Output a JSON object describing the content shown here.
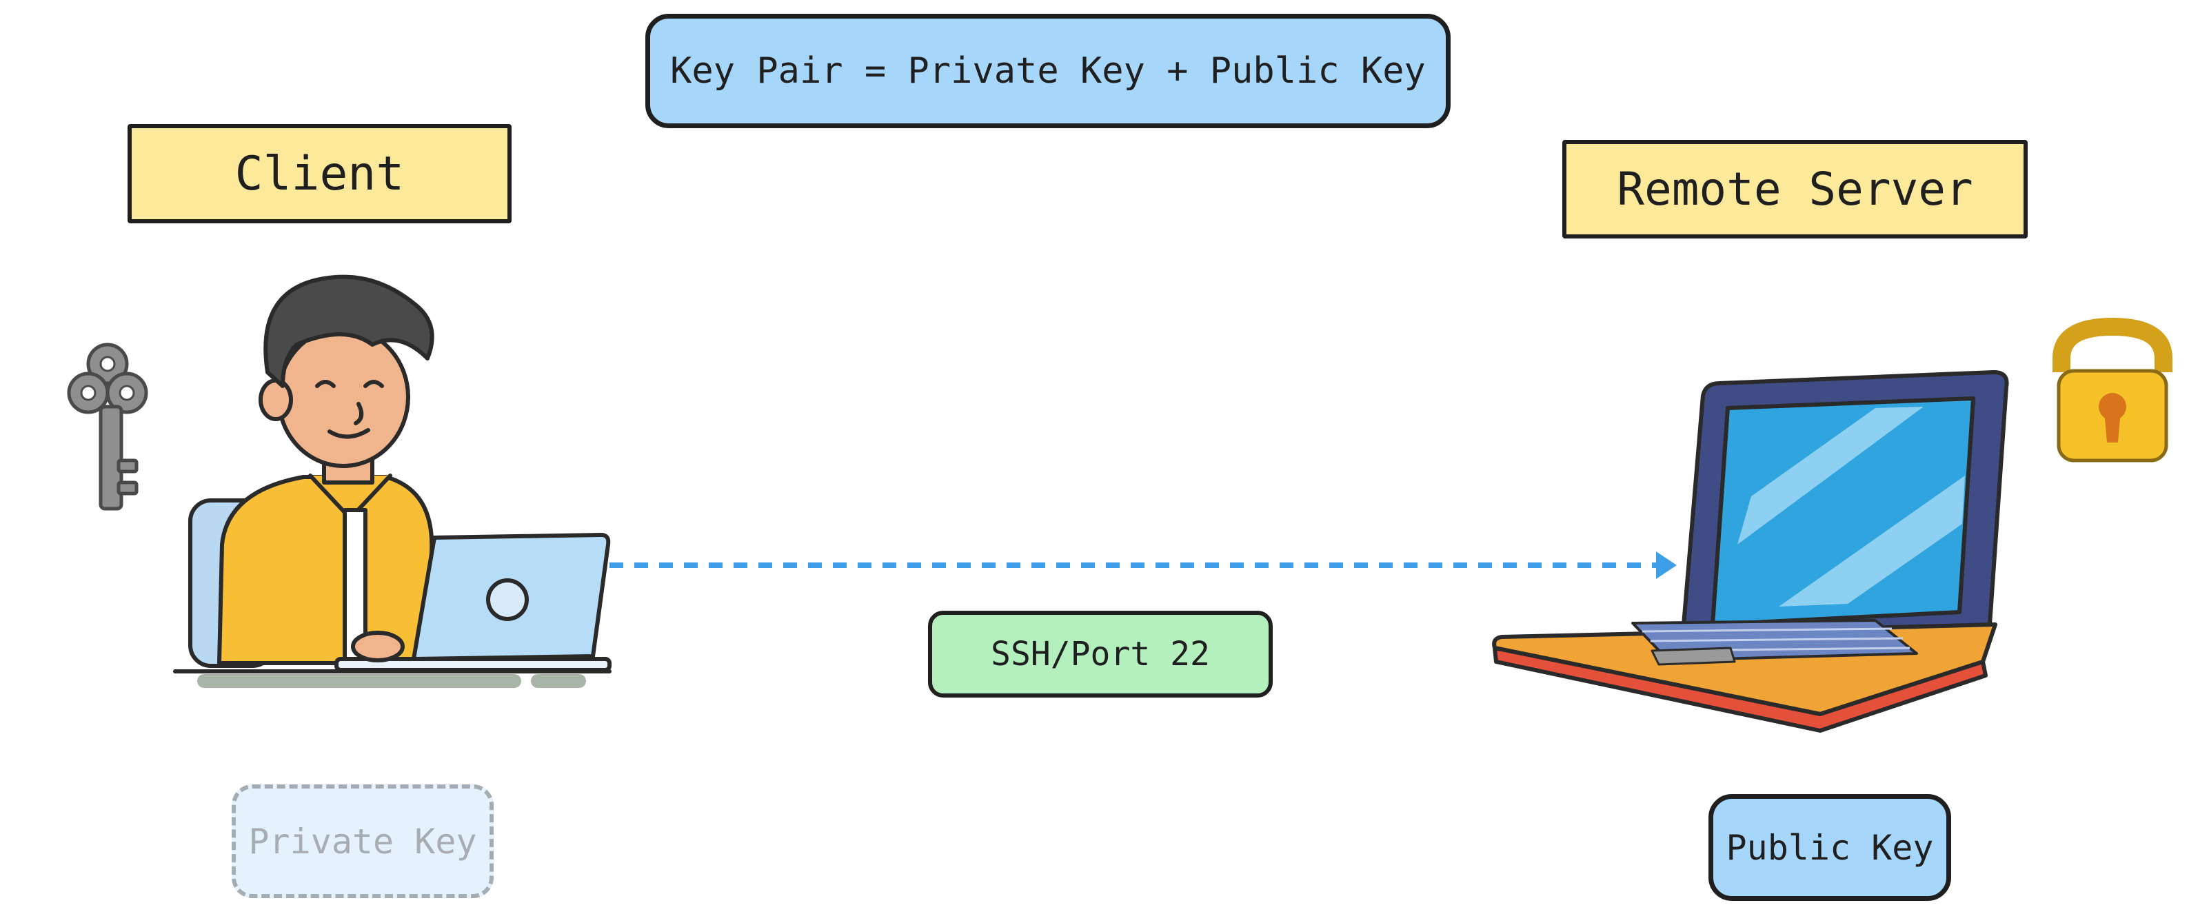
{
  "header": {
    "keypair_label": "Key Pair = Private Key + Public Key"
  },
  "client": {
    "label": "Client",
    "key_label": "Private Key"
  },
  "server": {
    "label": "Remote Server",
    "key_label": "Public Key"
  },
  "connection": {
    "label": "SSH/Port 22"
  },
  "icons": {
    "client_key": "key-icon",
    "client_user": "person-at-laptop-icon",
    "server_machine": "laptop-icon",
    "server_lock": "padlock-icon",
    "connection_arrow": "dashed-arrow-right-icon"
  },
  "colors": {
    "label_yellow": "#fde99a",
    "keypair_blue": "#a7d6fb",
    "ssh_green": "#b3f0bd",
    "arrow_blue": "#3f9ee8",
    "outline": "#1f1f1f"
  }
}
